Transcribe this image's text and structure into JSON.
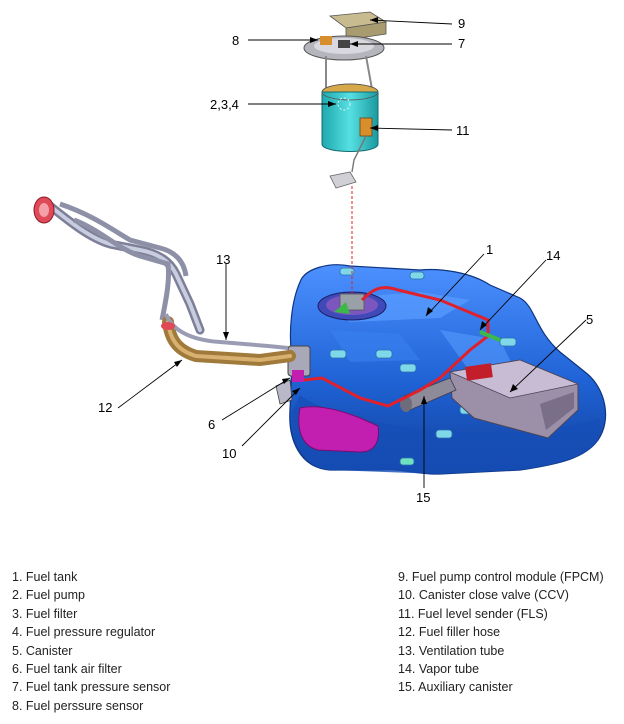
{
  "callouts": {
    "c1": "1",
    "c5": "5",
    "c6": "6",
    "c7": "7",
    "c8": "8",
    "c9": "9",
    "c10": "10",
    "c11": "11",
    "c12": "12",
    "c13": "13",
    "c14": "14",
    "c15": "15",
    "c234": "2,3,4"
  },
  "legend_left": [
    "1. Fuel tank",
    "2. Fuel pump",
    "3. Fuel filter",
    "4. Fuel pressure regulator",
    "5. Canister",
    "6. Fuel tank air filter",
    "7. Fuel tank pressure sensor",
    "8. Fuel perssure sensor"
  ],
  "legend_right": [
    "9. Fuel pump control module (FPCM)",
    "10. Canister close valve (CCV)",
    "11. Fuel level sender (FLS)",
    "12. Fuel filler hose",
    "13. Ventilation tube",
    "14. Vapor tube",
    "15. Auxiliary canister"
  ],
  "colors": {
    "tank": "#2a6fe0",
    "canister": "#9c8fa8",
    "vapor_tube": "#e0202a",
    "pump": "#2ec6c9",
    "filler_hose": "#a07a3a",
    "heat_shield": "#c21fb0"
  }
}
